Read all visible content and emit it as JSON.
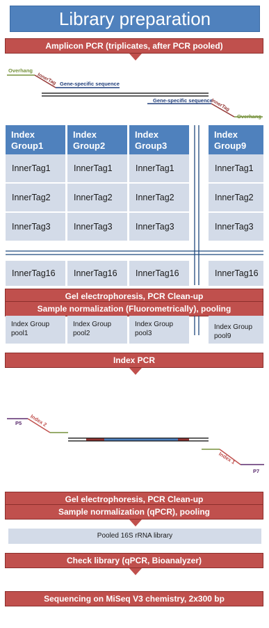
{
  "title": "Library preparation",
  "steps": [
    "Amplicon PCR (triplicates, after PCR pooled)",
    "Gel electrophoresis, PCR Clean-up",
    "Sample normalization (Fluorometrically), pooling",
    "Index PCR",
    "Gel electrophoresis, PCR Clean-up",
    "Sample normalization (qPCR), pooling",
    "Check library (qPCR, Bioanalyzer)",
    "Sequencing on MiSeq V3 chemistry, 2x300 bp"
  ],
  "primer": {
    "overhang_left": "Overhang",
    "innertag_left": "InnerTag",
    "gene_specific_top": "Gene-specific sequence",
    "gene_specific_bottom": "Gene-specific sequence",
    "innertag_right": "InnerTag",
    "overhang_right": "Overhang"
  },
  "index_table": {
    "headers": [
      "Index Group1",
      "Index Group2",
      "Index Group3",
      "Index Group9"
    ],
    "rows": [
      [
        "InnerTag1",
        "InnerTag1",
        "InnerTag1",
        "InnerTag1"
      ],
      [
        "InnerTag2",
        "InnerTag2",
        "InnerTag2",
        "InnerTag2"
      ],
      [
        "InnerTag3",
        "InnerTag3",
        "InnerTag3",
        "InnerTag3"
      ],
      [
        "InnerTag16",
        "InnerTag16",
        "InnerTag16",
        "InnerTag16"
      ]
    ]
  },
  "pools": [
    "Index Group pool1",
    "Index Group pool2",
    "Index Group pool3",
    "Index Group pool9"
  ],
  "adapter": {
    "p5": "P5",
    "index2": "Index 2",
    "index1": "Index 1",
    "p7": "P7"
  },
  "pooled_library": "Pooled 16S rRNA library",
  "colors": {
    "title_bg": "#4f81bd",
    "step_bg": "#c0504d",
    "header_bg": "#4f81bd",
    "cell_bg": "#d3dbe8",
    "overhang": "#76923c",
    "innertag": "#943634",
    "gene_specific": "#1f3d7a"
  }
}
